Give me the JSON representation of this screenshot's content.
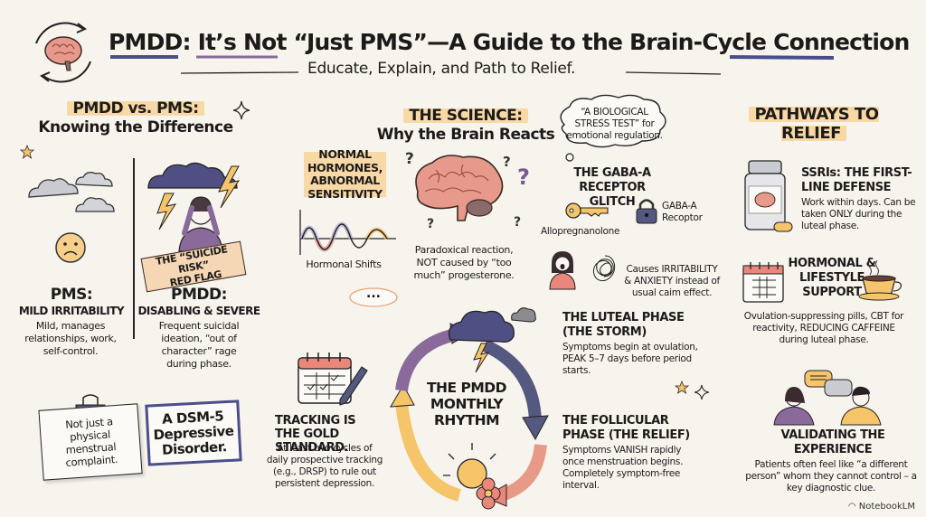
{
  "header": {
    "title": "PMDD: It’s Not “Just PMS”—A Guide to the Brain-Cycle Connection",
    "subtitle": "Educate, Explain, and Path to Relief."
  },
  "comparison": {
    "heading_line1": "PMDD vs. PMS:",
    "heading_line2": "Knowing the Difference",
    "pms": {
      "title": "PMS:",
      "subtitle": "MILD IRRITABILITY",
      "body": "Mild, manages relationships, work, self-control."
    },
    "pmdd": {
      "banner_line1": "THE “SUICIDE RISK”",
      "banner_line2": "RED FLAG",
      "title": "PMDD:",
      "subtitle": "DISABLING & SEVERE",
      "body": "Frequent suicidal ideation, “out of character” rage during phase."
    },
    "note": "Not just a physical menstrual complaint.",
    "dsm_box": "A DSM-5 Depressive Disorder."
  },
  "science": {
    "heading_line1": "THE SCIENCE:",
    "heading_line2": "Why the Brain Reacts",
    "sensitivity_label": "NORMAL HORMONES, ABNORMAL SENSITIVITY",
    "wave_caption": "Hormonal Shifts",
    "brain_caption": "Paradoxical reaction, NOT caused by “too much” progesterone.",
    "thought_bubble": "“A BIOLOGICAL STRESS TEST” for emotional regulation.",
    "gaba": {
      "title": "THE GABA-A RECEPTOR GLITCH",
      "key_label": "Allopregnanolone",
      "lock_label": "GABA-A Recoptor",
      "effect": "Causes IRRITABILITY & ANXIETY instead of usual caim effect."
    }
  },
  "cycle": {
    "center_label": "THE PMDD MONTHLY RHYTHM",
    "tracking_title": "TRACKING IS THE GOLD STANDARD.",
    "tracking_body": "At least two cycles of daily prospective tracking (e.g., DRSP) to rule out persistent depression.",
    "luteal_title": "THE LUTEAL PHASE (THE STORM)",
    "luteal_body": "Symptoms begin at ovulation, PEAK 5–7 days before period starts.",
    "follicular_title": "THE FOLLICULAR PHASE (THE RELIEF)",
    "follicular_body": "Symptoms VANISH rapidly once menstruation begins. Completely symptom-free interval.",
    "speech_bubble": "..."
  },
  "relief": {
    "heading": "PATHWAYS TO RELIEF",
    "ssri_title": "SSRIs: THE FIRST-LINE DEFENSE",
    "ssri_body": "Work within days. Can be taken ONLY during the luteal phase.",
    "hormonal_title": "HORMONAL & LIFESTYLE SUPPORT",
    "hormonal_body": "Ovulation-suppressing pills, CBT for reactivity, REDUCING CAFFEINE during luteal phase.",
    "validating_title": "VALIDATING THE EXPERIENCE",
    "validating_body": "Patients often feel like “a different person” whom they cannot control – a key diagnostic clue."
  },
  "credit": "NotebookLM",
  "colors": {
    "highlight": "#f8d9a6",
    "navy": "#4a4e8a",
    "purple": "#8a6a9a",
    "brain_pink": "#e7998c",
    "sun_yellow": "#f6c56a",
    "coral": "#e8877a"
  }
}
